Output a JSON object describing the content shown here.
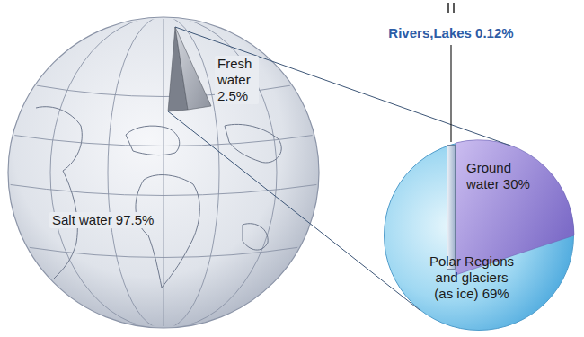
{
  "diagram": {
    "nodes": [
      {
        "text": [
          "Salt water 97.5%"
        ]
      },
      {
        "text": [
          "Fresh water 2.5%"
        ],
        "in": 0
      },
      {
        "text": [
          "Polar Regions and glaciers (as ice) 69%"
        ]
      },
      {
        "text": [
          "Ground water 30%"
        ],
        "in": 2
      },
      {
        "text": [
          "Rivers,Lakes 0.12%"
        ],
        "in": 2
      }
    ],
    "edges": [
      {
        "from": 1,
        "to": 2,
        "arrow": "none"
      }
    ]
  }
}
